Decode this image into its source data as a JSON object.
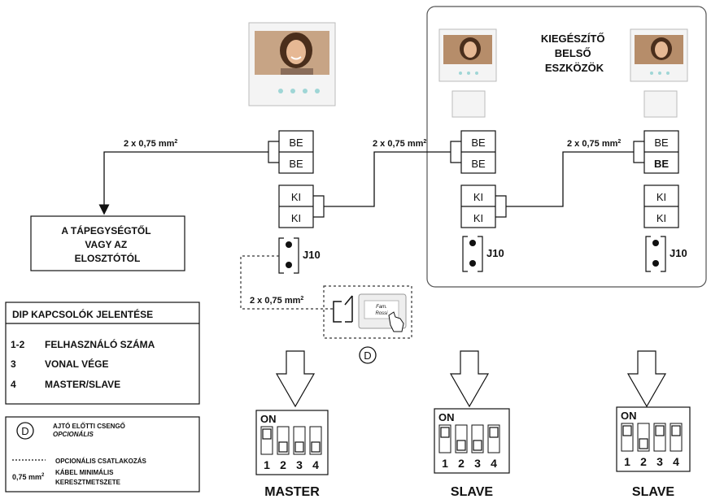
{
  "colors": {
    "line": "#111111",
    "panel_border": "#555555",
    "monitor_body": "#f4f4f4",
    "screen_bg": "#c9a07a",
    "face": "#e6b894",
    "hair": "#4a2e1c",
    "dotted": "#333333"
  },
  "labels": {
    "wire_left": "2 x 0,75 mm",
    "wire_mid": "2 x 0,75 mm",
    "wire_right": "2 x 0,75 mm",
    "wire_bell": "2 x 0,75 mm",
    "superscript": "2",
    "be": "BE",
    "ki": "KI",
    "j10": "J10",
    "extra_title": [
      "KIEGÉSZÍTŐ",
      "BELSŐ",
      "ESZKÖZÖK"
    ],
    "power_source": [
      "A TÁPEGYSÉGTŐL",
      "VAGY AZ",
      "ELOSZTÓTÓL"
    ],
    "bell_symbol": "D",
    "button_text": [
      "Fam.",
      "Rossi"
    ]
  },
  "dip_legend": {
    "title": "DIP KAPCSOLÓK JELENTÉSE",
    "rows": [
      {
        "num": "1-2",
        "text": "FELHASZNÁLÓ SZÁMA"
      },
      {
        "num": "3",
        "text": "VONAL VÉGE"
      },
      {
        "num": "4",
        "text": "MASTER/SLAVE"
      }
    ]
  },
  "symbol_legend": {
    "bell_symbol": "D",
    "bell_line1": "AJTÓ ELŐTTI CSENGŐ",
    "bell_line2": "OPCIONÁLIS",
    "dashed_line1": "OPCIONÁLIS CSATLAKOZÁS",
    "cable_value": "0,75 mm",
    "cable_sup": "2",
    "cable_line1": "KÁBEL MINIMÁLIS",
    "cable_line2": "KERESZTMETSZETE"
  },
  "dip_switches": [
    {
      "label": "MASTER",
      "on_text": "ON",
      "numbers": [
        "1",
        "2",
        "3",
        "4"
      ],
      "positions": [
        "up",
        "down",
        "down",
        "down"
      ]
    },
    {
      "label": "SLAVE",
      "on_text": "ON",
      "numbers": [
        "1",
        "2",
        "3",
        "4"
      ],
      "positions": [
        "up",
        "down",
        "down",
        "up"
      ]
    },
    {
      "label": "SLAVE",
      "on_text": "ON",
      "numbers": [
        "1",
        "2",
        "3",
        "4"
      ],
      "positions": [
        "up",
        "down",
        "up",
        "up"
      ]
    }
  ]
}
